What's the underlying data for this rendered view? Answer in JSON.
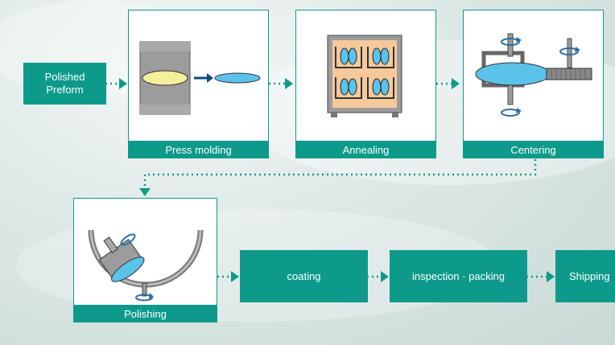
{
  "start": {
    "label_line1": "Polished",
    "label_line2": "Preform"
  },
  "steps": {
    "press_molding": "Press molding",
    "annealing": "Annealing",
    "centering": "Centering",
    "polishing": "Polishing",
    "coating": "coating",
    "inspection": "inspection · packing",
    "shipping": "Shipping"
  },
  "colors": {
    "teal": "#0d9a8a",
    "lens_blue": "#5bc2ea",
    "preform_yellow": "#f4ef9a",
    "annealing_tan": "#f6c99a",
    "mold_gray": "#9c9c9c"
  }
}
